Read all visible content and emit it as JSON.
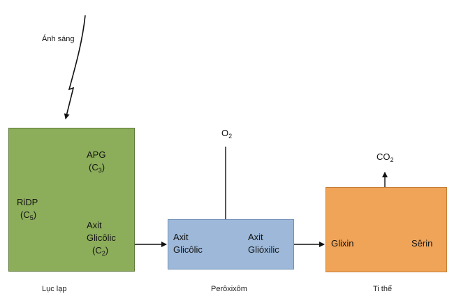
{
  "light": {
    "label": "Ánh sáng"
  },
  "chloroplast": {
    "caption": "Lục lạp",
    "fill": "#8cad5a",
    "ridp": {
      "name": "RiDP",
      "formula_c": "(C",
      "formula_sub": "5",
      "formula_close": ")"
    },
    "apg": {
      "name": "APG",
      "formula_c": "(C",
      "formula_sub": "3",
      "formula_close": ")"
    },
    "glycolic": {
      "line1": "Axit",
      "line2": "Glicôlic",
      "formula_c": "(C",
      "formula_sub": "2",
      "formula_close": ")"
    }
  },
  "peroxisome": {
    "caption": "Perôxixôm",
    "fill": "#9db8d9",
    "o2": {
      "base": "O",
      "sub": "2"
    },
    "left": {
      "line1": "Axit",
      "line2": "Glicôlic"
    },
    "right": {
      "line1": "Axit",
      "line2": "Glióxilic"
    }
  },
  "mitochondrion": {
    "caption": "Ti thể",
    "fill": "#f0a458",
    "co2": {
      "base": "CO",
      "sub": "2"
    },
    "left": "Glixin",
    "right": "Sêrin"
  }
}
